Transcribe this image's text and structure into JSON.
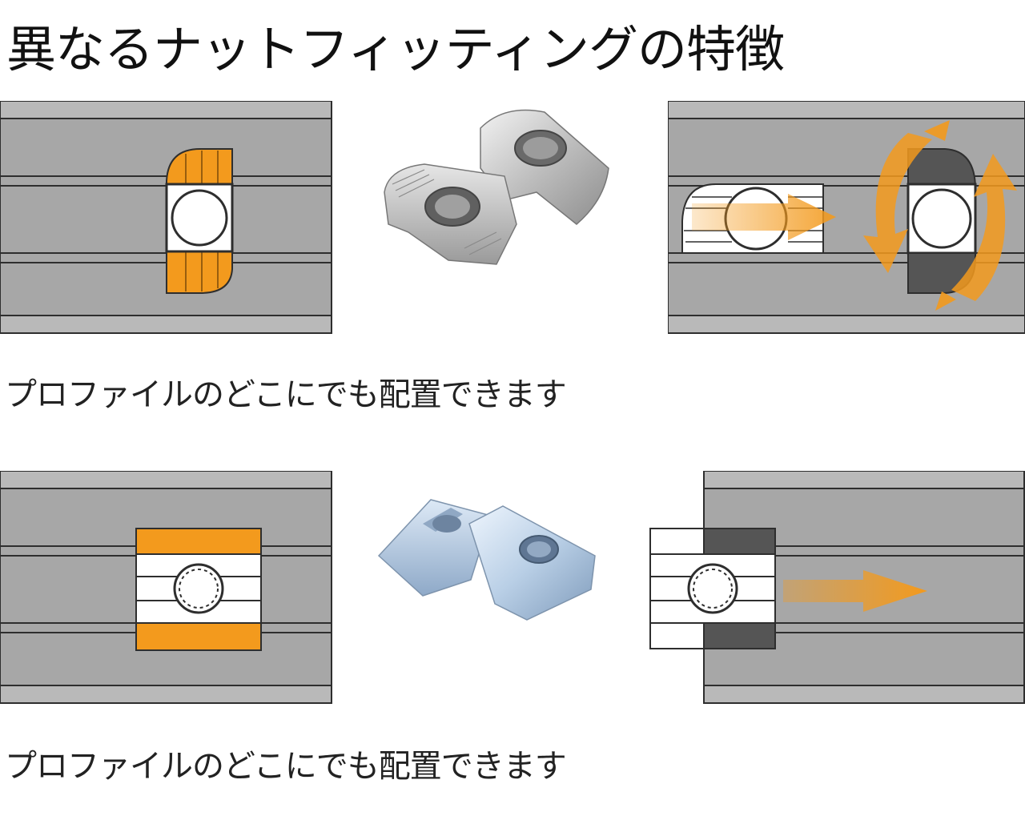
{
  "page": {
    "title": "異なるナットフィッティングの特徴",
    "captions": [
      "プロファイルのどこにでも配置できます",
      "プロファイルのどこにでも配置できます"
    ]
  },
  "colors": {
    "rail": "#a7a7a7",
    "rail_line": "#2e2e2e",
    "orange": "#f39a1d",
    "nut_dark": "#555555",
    "silver": "#c9c9c9",
    "zinc": "#b9cfe6"
  },
  "illustrations": [
    "hammer-head-t-nut-insert-diagram",
    "hammer-head-t-nut-photo",
    "hammer-head-t-nut-rotate-diagram",
    "sliding-t-nut-insert-diagram",
    "sliding-t-nut-photo",
    "sliding-t-nut-slide-diagram"
  ]
}
